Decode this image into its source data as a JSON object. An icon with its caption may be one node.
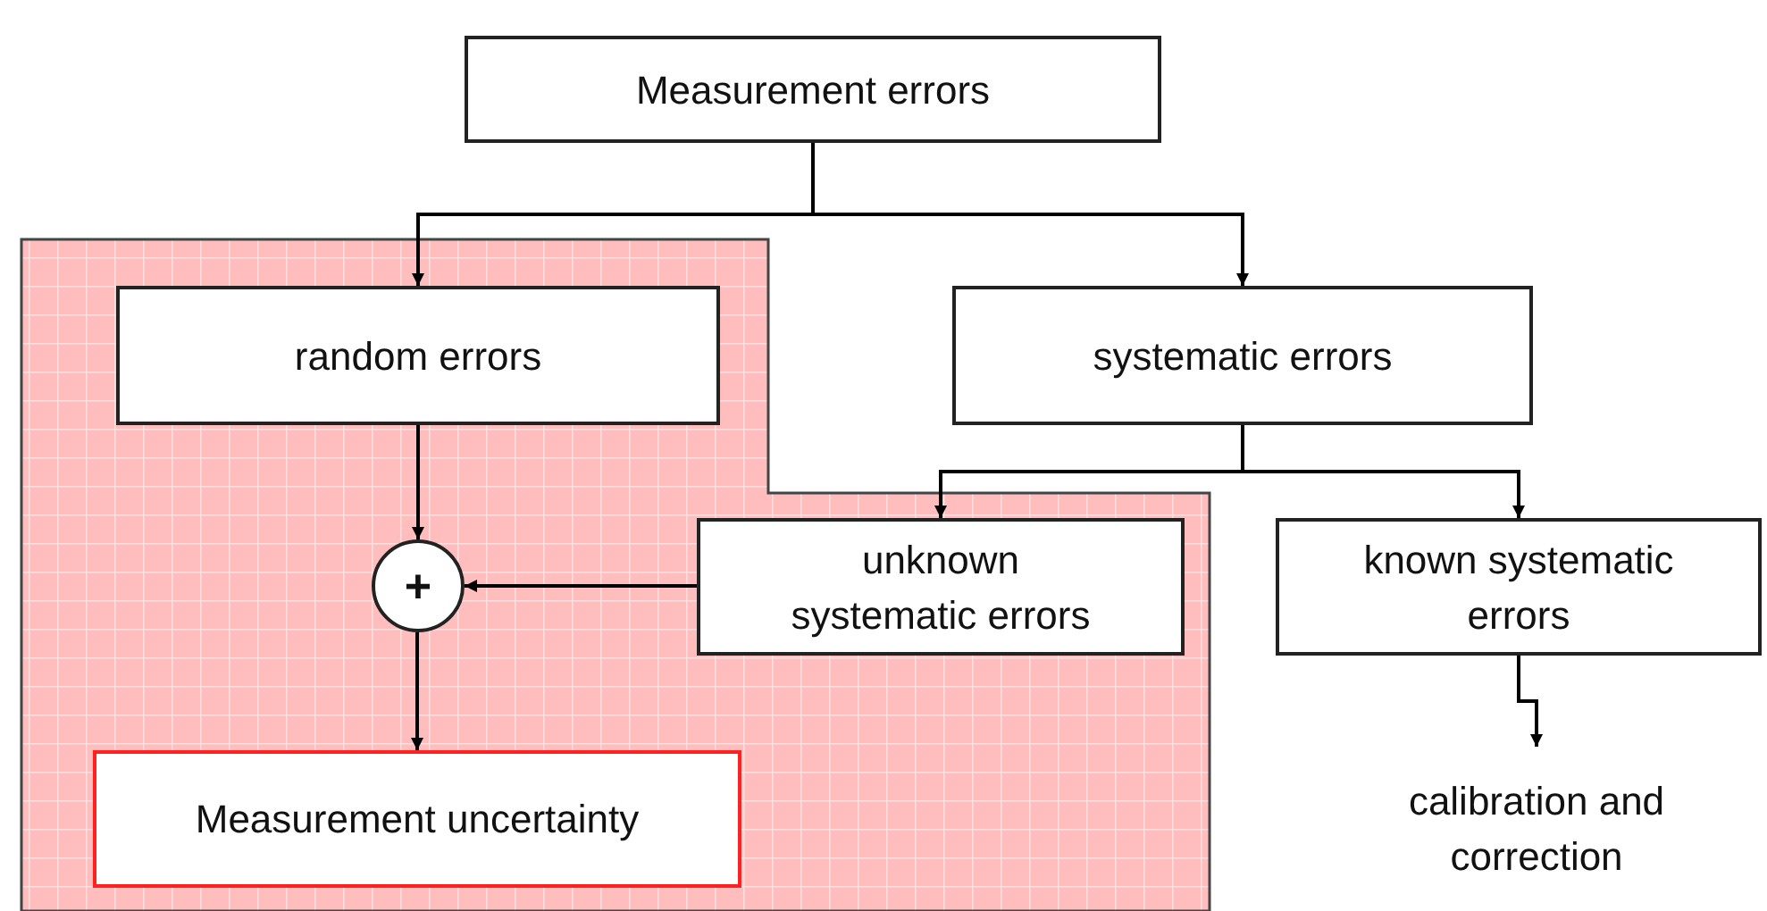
{
  "diagram": {
    "nodes": [
      {
        "text": [
          "Measurement errors"
        ]
      },
      {
        "text": [
          "random errors"
        ]
      },
      {
        "text": [
          "systematic errors"
        ]
      },
      {
        "text": [
          "unknown systematic errors"
        ]
      },
      {
        "text": [
          "known systematic errors"
        ]
      },
      {
        "text": [
          "+"
        ]
      },
      {
        "text": [
          "Measurement uncertainty"
        ]
      },
      {
        "text": [
          "calibration and correction"
        ]
      }
    ],
    "edges": [
      {
        "from": 0,
        "to": 1,
        "arrow": "to"
      },
      {
        "from": 0,
        "to": 2,
        "arrow": "to"
      },
      {
        "from": 2,
        "to": 3,
        "arrow": "to"
      },
      {
        "from": 2,
        "to": 4,
        "arrow": "to"
      },
      {
        "from": 1,
        "to": 5,
        "arrow": "to"
      },
      {
        "from": 3,
        "to": 5,
        "arrow": "to"
      },
      {
        "from": 5,
        "to": 6,
        "arrow": "to"
      },
      {
        "from": 4,
        "to": 7,
        "arrow": "to"
      }
    ]
  }
}
